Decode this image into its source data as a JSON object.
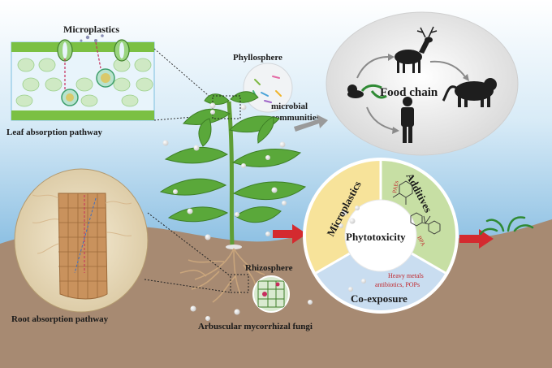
{
  "labels": {
    "microplastics_top": "Microplastics",
    "leaf_pathway": "Leaf absorption pathway",
    "phyllosphere": "Phyllosphere",
    "microbial_line1": "microbial",
    "microbial_line2": "communities",
    "food_chain": "Food chain",
    "root_pathway": "Root absorption pathway",
    "rhizosphere": "Rhizosphere",
    "amf": "Arbuscular mycorrhizal fungi",
    "wheel_microplastics": "Microplastics",
    "wheel_additives": "Additives",
    "wheel_center": "Phytotoxicity",
    "wheel_coexposure": "Co-exposure",
    "pae": "PAEs",
    "bpa": "BPA",
    "heavy_line1": "Heavy metals",
    "heavy_line2": "antibiotics, POPs"
  },
  "colors": {
    "sky_top": "#ffffff",
    "sky_bottom": "#8fc4e6",
    "soil": "#a78a72",
    "leaf_green": "#5aa83a",
    "wheel_yellow": "#f7e39a",
    "wheel_green": "#c7dfa4",
    "wheel_blue": "#c9ddf0",
    "arrow_red": "#d42a2f"
  }
}
